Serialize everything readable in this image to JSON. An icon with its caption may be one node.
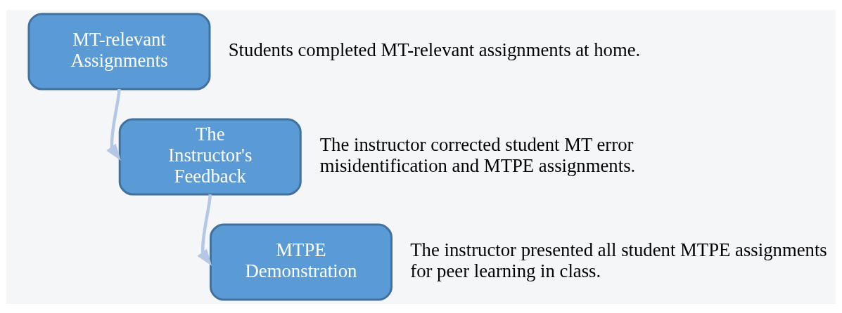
{
  "diagram": {
    "nodes": [
      {
        "text": [
          "MT-relevant Assignments"
        ],
        "beside": [
          "Students completed MT-relevant assignments at home."
        ]
      },
      {
        "text": [
          "The Instructor's Feedback"
        ],
        "beside": [
          "The instructor corrected student MT error misidentification and MTPE assignments."
        ]
      },
      {
        "text": [
          "MTPE Demonstration"
        ],
        "beside": [
          "The instructor presented all student MTPE assignments for peer learning in class."
        ]
      }
    ],
    "edges": [
      {
        "from": 0,
        "to": 1,
        "arrow": "to"
      },
      {
        "from": 1,
        "to": 2,
        "arrow": "to"
      }
    ]
  }
}
